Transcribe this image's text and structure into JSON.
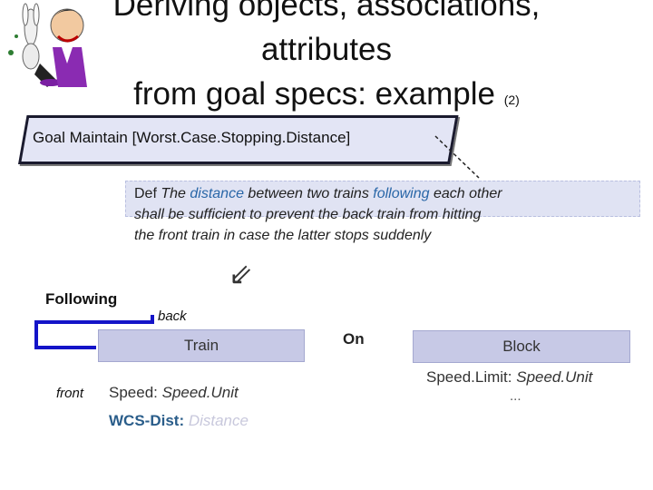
{
  "title": {
    "line1": "Deriving objects, associations,",
    "line2": "attributes",
    "line3": "from goal specs:  example",
    "suffix": "(2)"
  },
  "goal": {
    "text": "Goal Maintain [Worst.Case.Stopping.Distance]"
  },
  "definition": {
    "prefix": "Def",
    "part1": " The ",
    "term1": "distance",
    "part2": " between two trains ",
    "term2": "following",
    "part3": " each other",
    "line2": "shall be sufficient to prevent the back train from hitting",
    "line3": "the front train in case the latter stops suddenly"
  },
  "association_following": {
    "label": "Following",
    "role_back": "back",
    "role_front": "front"
  },
  "arrow_glyph": "⇙",
  "train": {
    "name": "Train",
    "attr1_name": "Speed: ",
    "attr1_type": "Speed.Unit",
    "attr2_name": "WCS-Dist: ",
    "attr2_type": "Distance"
  },
  "association_on": {
    "label": "On"
  },
  "block": {
    "name": "Block",
    "attr1_name": "Speed.Limit: ",
    "attr1_type": "Speed.Unit",
    "more": "..."
  },
  "colors": {
    "box_fill": "#c7c9e6",
    "highlight": "#2a67a8",
    "link_blue": "#1414c8",
    "faded": "#c8c8dc"
  }
}
